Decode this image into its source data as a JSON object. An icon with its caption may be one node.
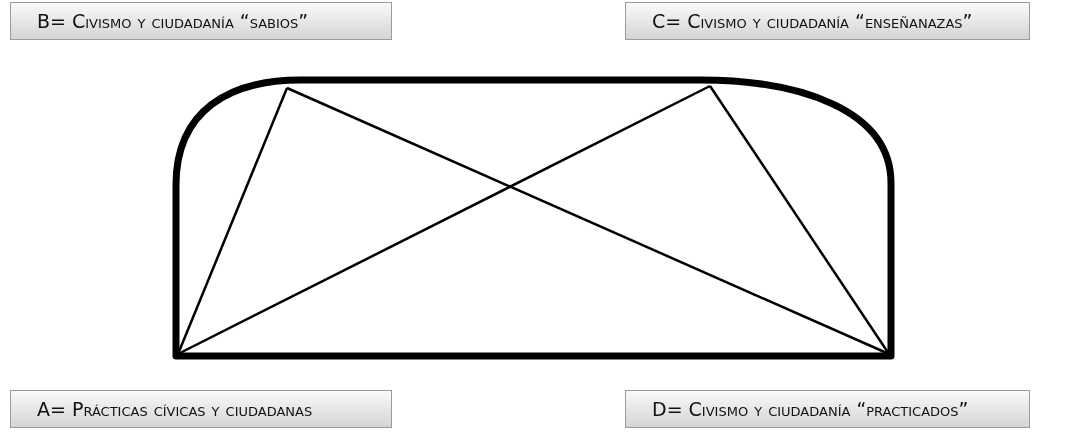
{
  "diagram": {
    "nodes": [
      {
        "text": [
          "B= Civismo y ciudadanía “sabios”"
        ]
      },
      {
        "text": [
          "C= Civismo y ciudadanía “enseñanazas”"
        ]
      },
      {
        "text": [
          "A= Prácticas cívicas y ciudadanas"
        ]
      },
      {
        "text": [
          "D= Civismo y ciudadanía “practicados”"
        ]
      }
    ]
  }
}
